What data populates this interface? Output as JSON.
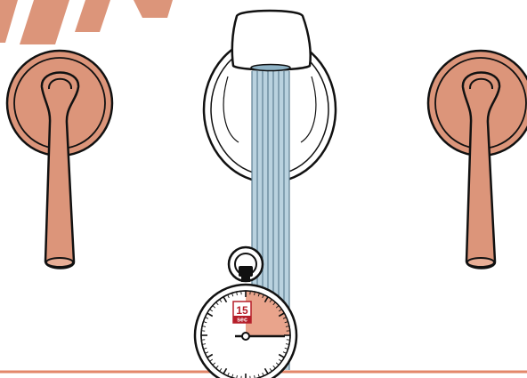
{
  "timer": {
    "value": "15",
    "unit": "sec",
    "elapsed_fraction": 0.25
  },
  "colors": {
    "copper": "#dc957a",
    "copper_light": "#e8ae96",
    "water": "#b9d2df",
    "water_line": "#5d7f93",
    "outline": "#111111",
    "timer_red": "#b51e2a",
    "timer_fill": "#e9a48c",
    "counter_line": "#e3876a"
  },
  "icons": [
    "left-faucet-handle-icon",
    "water-spout-icon",
    "stopwatch-icon",
    "right-faucet-handle-icon"
  ]
}
